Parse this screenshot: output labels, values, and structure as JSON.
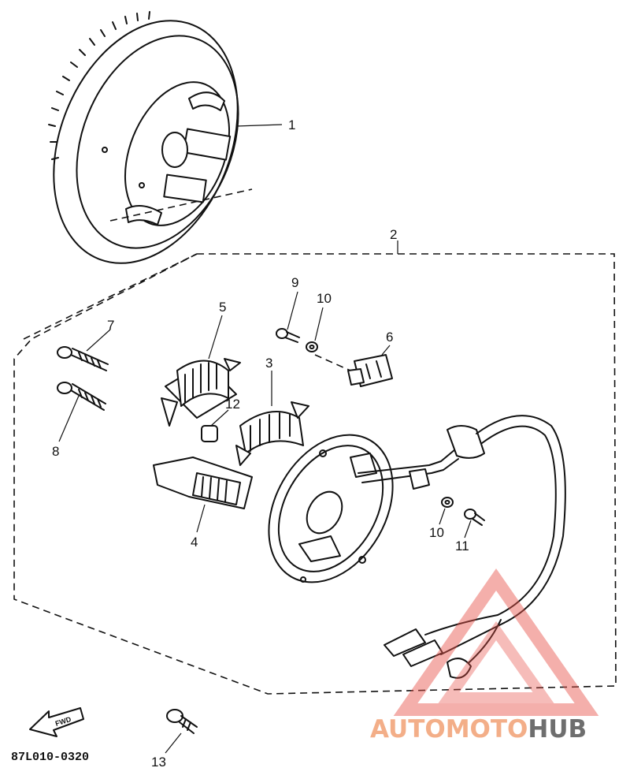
{
  "diagram": {
    "part_code": "87L010-0320",
    "front_arrow_label": "FWD",
    "callouts": {
      "c1": "1",
      "c2": "2",
      "c3": "3",
      "c4": "4",
      "c5": "5",
      "c6": "6",
      "c7": "7",
      "c8": "8",
      "c9": "9",
      "c10a": "10",
      "c10b": "10",
      "c11": "11",
      "c12": "12",
      "c13": "13"
    }
  },
  "watermark": {
    "text_part1": "AUTOMOTO",
    "text_part2": "HUB",
    "color_primary": "#e8534a",
    "color_secondary": "#f2a074",
    "color_dark": "#555555"
  }
}
